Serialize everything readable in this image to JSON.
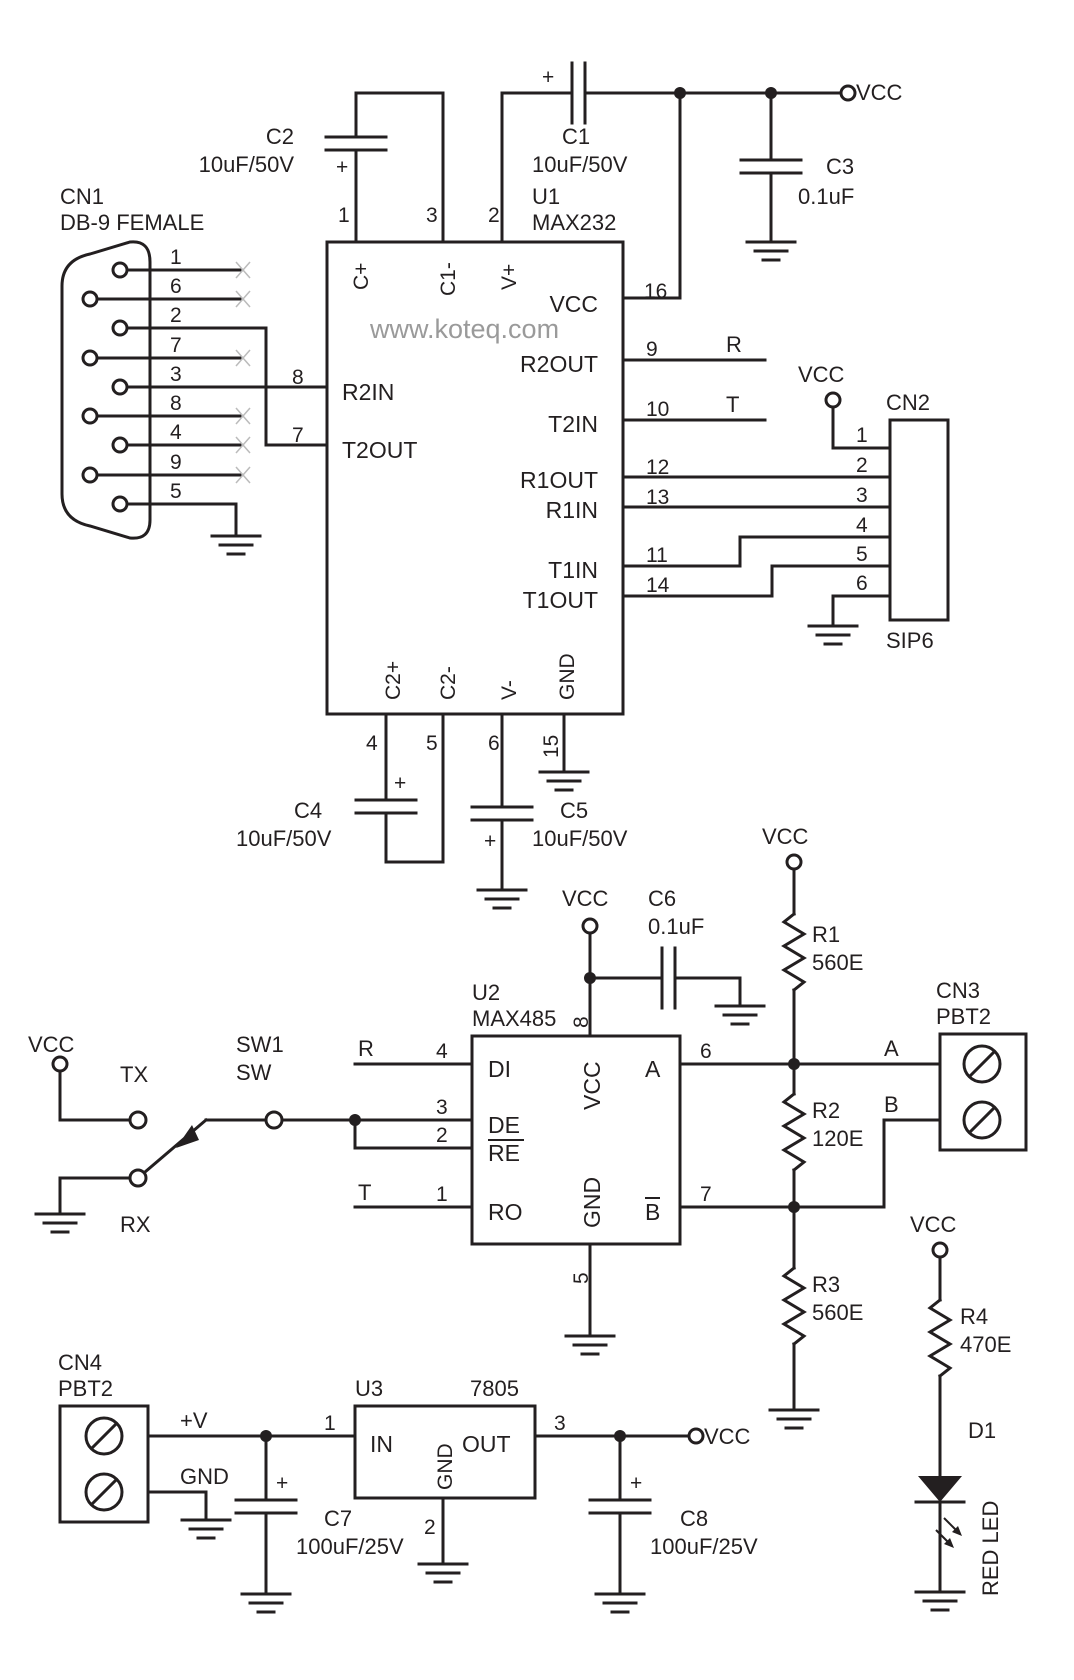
{
  "watermark": "www.koteq.com",
  "u1": {
    "ref": "U1",
    "part": "MAX232",
    "top_pins": [
      "C+",
      "C1-",
      "V+"
    ],
    "bottom_pins": [
      "C2+",
      "C2-",
      "V-",
      "GND"
    ],
    "left_pins": [
      "R2IN",
      "T2OUT"
    ],
    "right_pins": [
      "VCC",
      "R2OUT",
      "T2IN",
      "R1OUT",
      "R1IN",
      "T1IN",
      "T1OUT"
    ],
    "pin_numbers": {
      "c_plus": "1",
      "c1_minus": "3",
      "v_plus": "2",
      "vcc": "16",
      "r2out": "9",
      "t2in": "10",
      "r1out": "12",
      "r1in": "13",
      "t1in": "11",
      "t1out": "14",
      "c2_plus": "4",
      "c2_minus": "5",
      "v_minus": "6",
      "gnd": "15",
      "r2in": "8",
      "t2out": "7"
    }
  },
  "cn1": {
    "ref": "CN1",
    "part": "DB-9 FEMALE",
    "pins": [
      "1",
      "6",
      "2",
      "7",
      "3",
      "8",
      "4",
      "9",
      "5"
    ]
  },
  "cn2": {
    "ref": "CN2",
    "part": "SIP6",
    "pins": [
      "1",
      "2",
      "3",
      "4",
      "5",
      "6"
    ]
  },
  "caps": {
    "c1": {
      "ref": "C1",
      "value": "10uF/50V"
    },
    "c2": {
      "ref": "C2",
      "value": "10uF/50V"
    },
    "c3": {
      "ref": "C3",
      "value": "0.1uF"
    },
    "c4": {
      "ref": "C4",
      "value": "10uF/50V"
    },
    "c5": {
      "ref": "C5",
      "value": "10uF/50V"
    },
    "c6": {
      "ref": "C6",
      "value": "0.1uF"
    },
    "c7": {
      "ref": "C7",
      "value": "100uF/25V"
    },
    "c8": {
      "ref": "C8",
      "value": "100uF/25V"
    }
  },
  "nets": {
    "vcc": "VCC",
    "r": "R",
    "t": "T",
    "a": "A",
    "b": "B",
    "plus_v": "+V",
    "gnd": "GND",
    "tx": "TX",
    "rx": "RX",
    "plus": "+"
  },
  "u2": {
    "ref": "U2",
    "part": "MAX485",
    "left_pins": [
      "DI",
      "DE",
      "RE",
      "RO"
    ],
    "inner": [
      "VCC",
      "GND"
    ],
    "right_pins": [
      "A",
      "B"
    ],
    "pin_numbers": {
      "di": "4",
      "de": "3",
      "re": "2",
      "ro": "1",
      "vcc": "8",
      "gnd": "5",
      "a": "6",
      "b": "7"
    }
  },
  "sw1": {
    "ref": "SW1",
    "part": "SW"
  },
  "resistors": {
    "r1": {
      "ref": "R1",
      "value": "560E"
    },
    "r2": {
      "ref": "R2",
      "value": "120E"
    },
    "r3": {
      "ref": "R3",
      "value": "560E"
    },
    "r4": {
      "ref": "R4",
      "value": "470E"
    }
  },
  "cn3": {
    "ref": "CN3",
    "part": "PBT2"
  },
  "cn4": {
    "ref": "CN4",
    "part": "PBT2"
  },
  "u3": {
    "ref": "U3",
    "part": "7805",
    "in": "IN",
    "out": "OUT",
    "gnd": "GND",
    "pin_in": "1",
    "pin_out": "3",
    "pin_gnd": "2"
  },
  "d1": {
    "ref": "D1",
    "part": "RED LED"
  }
}
